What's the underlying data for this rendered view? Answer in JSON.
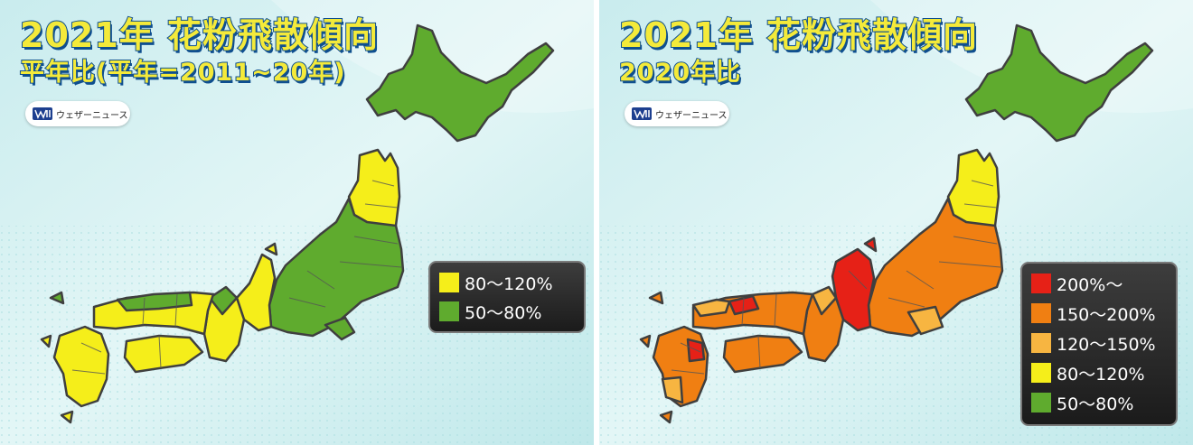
{
  "left_panel": {
    "title_line1": "2021年 花粉飛散傾向",
    "title_line2": "平年比(平年=2011~20年)",
    "logo_text": "ウェザーニュース",
    "legend": [
      {
        "label": "80〜120%",
        "color": "#f5ee1a"
      },
      {
        "label": "50〜80%",
        "color": "#5fab2e"
      }
    ]
  },
  "right_panel": {
    "title_line1": "2021年 花粉飛散傾向",
    "title_line2": "2020年比",
    "logo_text": "ウェザーニュース",
    "legend": [
      {
        "label": "200%〜",
        "color": "#e62117"
      },
      {
        "label": "150〜200%",
        "color": "#f07f12"
      },
      {
        "label": "120〜150%",
        "color": "#f7b541"
      },
      {
        "label": "80〜120%",
        "color": "#f5ee1a"
      },
      {
        "label": "50〜80%",
        "color": "#5fab2e"
      }
    ]
  },
  "colors": {
    "red": "#e62117",
    "orange": "#f07f12",
    "light_orange": "#f7b541",
    "yellow": "#f5ee1a",
    "green": "#5fab2e",
    "border": "#444444"
  }
}
